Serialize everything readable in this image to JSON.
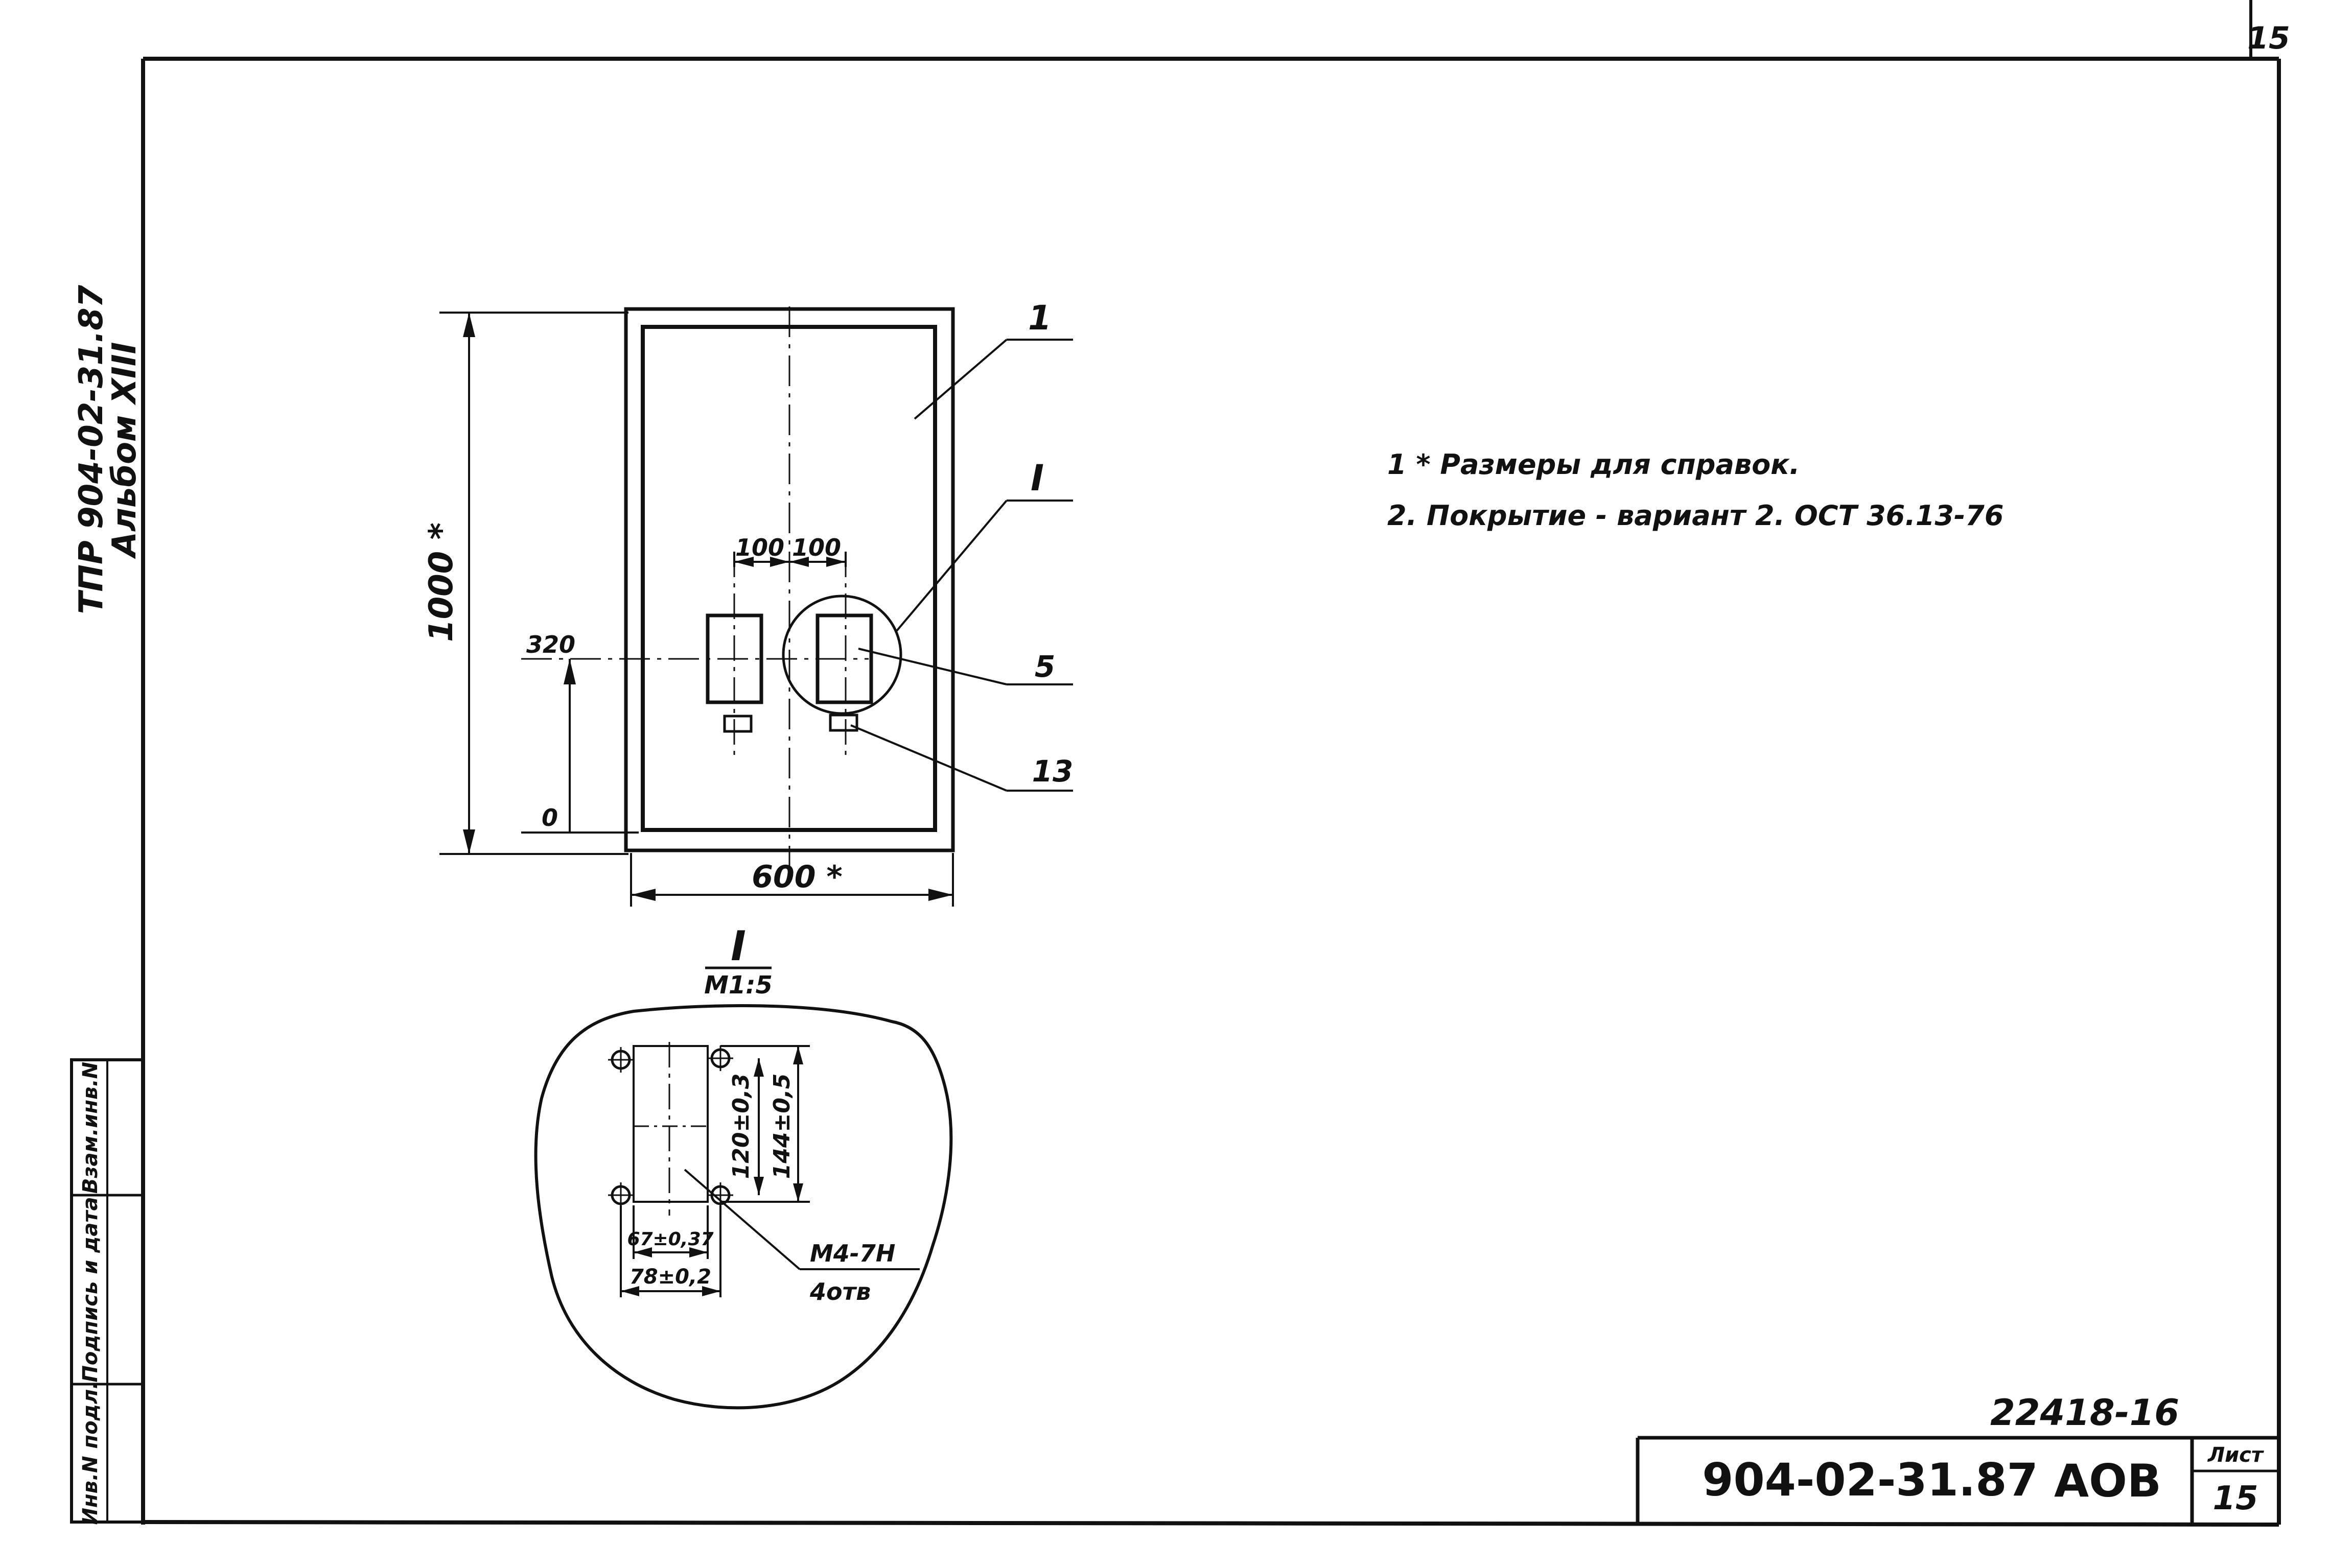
{
  "corner_sheet_number": "15",
  "side_stamp": {
    "line1": "ТПР 904-02-31.87",
    "line2": "Альбом XIII"
  },
  "margin_columns": [
    "Инв.N подл.",
    "Подпись и дата",
    "Взам.инв.N"
  ],
  "main_view": {
    "height_dim": "1000 *",
    "width_dim": "600 *",
    "left_spacing": "100",
    "right_spacing": "100",
    "level_upper": "320",
    "level_lower": "0",
    "callouts": [
      "1",
      "I",
      "5",
      "13"
    ]
  },
  "detail_view": {
    "label": "I",
    "scale": "М1:5",
    "dim_vertical_inner": "120±0,3",
    "dim_vertical_outer": "144±0,5",
    "dim_horizontal_inner": "67±0,37",
    "dim_horizontal_outer": "78±0,2",
    "thread_label": "М4-7Н",
    "holes_label": "4отв"
  },
  "notes": [
    "1 * Размеры для справок.",
    "2. Покрытие - вариант 2.  ОСТ 36.13-76"
  ],
  "title_block": {
    "archive_number": "22418-16",
    "document_code": "904-02-31.87",
    "section_code": "АОВ",
    "sheet_label": "Лист",
    "sheet_number": "15"
  }
}
